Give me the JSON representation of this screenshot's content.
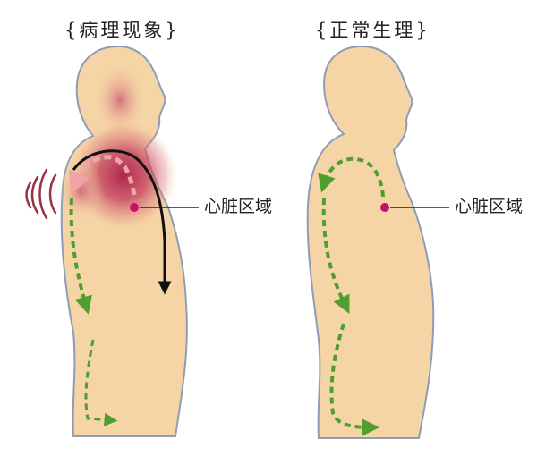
{
  "panels": [
    {
      "title": "{病理现象}",
      "heart_label": "心脏区域"
    },
    {
      "title": "{正常生理}",
      "heart_label": "心脏区域"
    }
  ],
  "colors": {
    "skin": "#f5d5a6",
    "outline": "#8e9db3",
    "flow_arrow": "#4e9f2e",
    "inflamed": "#b3264a",
    "heart_dot": "#c8106b",
    "pressure_arrow": "#111111",
    "vibration_marks": "#9b2f42"
  },
  "icons": [
    "vibration-waves-icon",
    "heart-point-icon",
    "flow-arrow-icon"
  ]
}
